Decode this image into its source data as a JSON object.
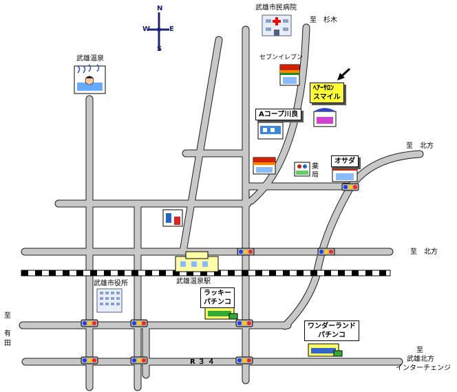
{
  "compass": {
    "north": "N",
    "south": "S",
    "east": "E",
    "west": "W"
  },
  "landmarks": {
    "hospital": "武雄市民病院",
    "onsen": "武雄温泉",
    "seven_eleven": "セブンイレブン",
    "salon_line1": "ﾍｱｰｻﾛﾝ",
    "salon_line2": "スマイル",
    "a_coop": "Aコープ川良",
    "osada": "オサダ",
    "pharmacy_line1": "薬",
    "pharmacy_line2": "局",
    "station": "武雄温泉駅",
    "city_hall": "武雄市役所",
    "lucky_line1": "ラッキー",
    "lucky_line2": "パチンコ",
    "wonderland_line1": "ワンダーランド",
    "wonderland_line2": "パチンコ",
    "route": "R３４"
  },
  "directions": {
    "to_sugitake": "至　杉木",
    "to_kitagata_upper": "至　北方",
    "to_kitagata_middle": "至　北方",
    "to_arita_1": "至",
    "to_arita_2": "有",
    "to_arita_3": "田",
    "to_ic_1": "至",
    "to_ic_2": "武雄北方",
    "to_ic_3": "インターチェンジ"
  },
  "colors": {
    "road": "#c8c8c8",
    "road_edge": "#1a1a1a",
    "rail_dark": "#000000",
    "rail_light": "#ffffff",
    "signal_body": "#b0b0b0",
    "sign_yellow": "#ffff33",
    "hospital_cross": "#ff0000"
  }
}
